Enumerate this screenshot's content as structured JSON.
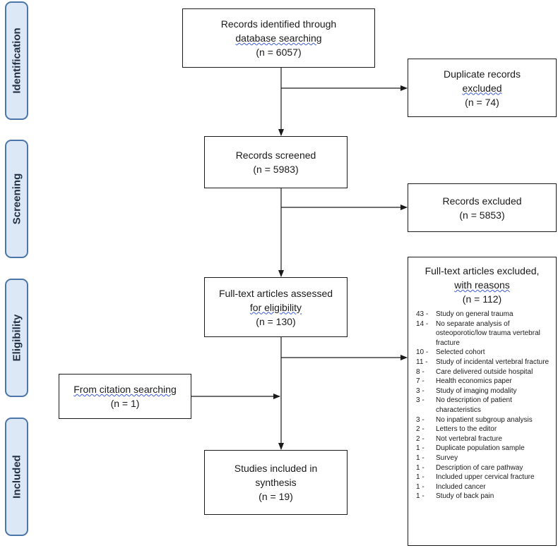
{
  "stages": [
    {
      "id": "identification",
      "label": "Identification"
    },
    {
      "id": "screening",
      "label": "Screening"
    },
    {
      "id": "eligibility",
      "label": "Eligibility"
    },
    {
      "id": "included",
      "label": "Included"
    }
  ],
  "boxes": {
    "identified": {
      "lines": [
        "Records identified through",
        "database searching",
        "(n = 6057)"
      ]
    },
    "duplicates": {
      "lines": [
        "Duplicate records",
        "excluded",
        "(n = 74)"
      ]
    },
    "screened": {
      "lines": [
        "Records screened",
        "(n = 5983)"
      ]
    },
    "records_excluded": {
      "lines": [
        "Records excluded",
        "(n = 5853)"
      ]
    },
    "fulltext": {
      "lines": [
        "Full-text articles assessed",
        "for eligibility",
        "(n = 130)"
      ]
    },
    "citation": {
      "lines": [
        "From citation searching",
        "(n = 1)"
      ]
    },
    "included": {
      "lines": [
        "Studies included in",
        "synthesis",
        "(n = 19)"
      ]
    },
    "fulltext_excluded": {
      "lines": [
        "Full-text articles excluded,",
        "with reasons",
        "(n = 112)"
      ],
      "reasons": [
        {
          "n": "43 -",
          "text": "Study on general trauma"
        },
        {
          "n": "14 -",
          "text": "No separate analysis of osteoporotic/low trauma vertebral fracture"
        },
        {
          "n": "10 -",
          "text": "Selected cohort"
        },
        {
          "n": "11 -",
          "text": "Study of incidental vertebral fracture"
        },
        {
          "n": "8 -",
          "text": "Care delivered outside hospital"
        },
        {
          "n": "7 -",
          "text": "Health economics paper"
        },
        {
          "n": "3 -",
          "text": "Study of imaging modality"
        },
        {
          "n": "3 -",
          "text": "No description of patient characteristics"
        },
        {
          "n": "3 -",
          "text": "No inpatient subgroup analysis"
        },
        {
          "n": "2 -",
          "text": "Letters to the editor"
        },
        {
          "n": "2 -",
          "text": "Not vertebral fracture"
        },
        {
          "n": "1 -",
          "text": "Duplicate population sample"
        },
        {
          "n": "1 -",
          "text": "Survey"
        },
        {
          "n": "1 -",
          "text": "Description of care pathway"
        },
        {
          "n": "1 -",
          "text": "Included upper cervical fracture"
        },
        {
          "n": "1 -",
          "text": "Included cancer"
        },
        {
          "n": "1 -",
          "text": "Study of back pain"
        }
      ]
    }
  }
}
